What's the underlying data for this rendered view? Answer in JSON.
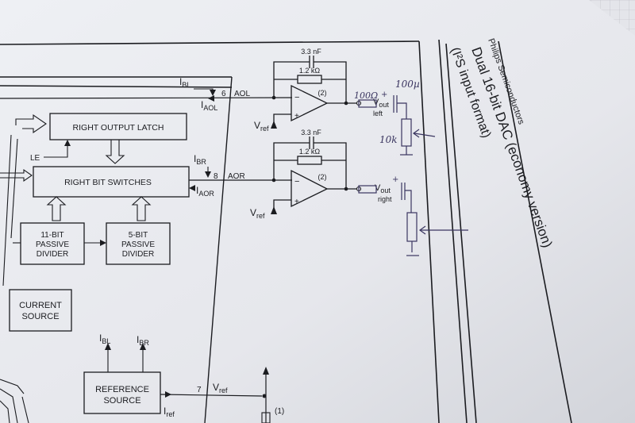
{
  "header": {
    "company": "Philips Semiconductors",
    "title": "Dual 16-bit DAC (economy version)",
    "subtitle": "(I²S input format)"
  },
  "blocks": {
    "right_output_latch": "RIGHT OUTPUT LATCH",
    "right_bit_switches": "RIGHT BIT SWITCHES",
    "passive_11_line1": "11-BIT",
    "passive_11_line2": "PASSIVE",
    "passive_11_line3": "DIVIDER",
    "passive_5_line1": "5-BIT",
    "passive_5_line2": "PASSIVE",
    "passive_5_line3": "DIVIDER",
    "current_line1": "CURRENT",
    "current_line2": "SOURCE",
    "reference_line1": "REFERENCE",
    "reference_line2": "SOURCE"
  },
  "signals": {
    "le": "LE",
    "ibl_main": "I",
    "ibl_sub": "BL",
    "iaol_main": "I",
    "iaol_sub": "AOL",
    "ibr_main": "I",
    "ibr_sub": "BR",
    "iaor_main": "I",
    "iaor_sub": "AOR",
    "pin6": "6",
    "aol": "AOL",
    "pin8": "8",
    "aor": "AOR",
    "pin7": "7",
    "vref_main": "V",
    "vref_sub": "ref",
    "iref_main": "I",
    "iref_sub": "ref",
    "ibl2_main": "I",
    "ibl2_sub": "BL",
    "ibr2_main": "I",
    "ibr2_sub": "BR",
    "note1": "(1)"
  },
  "amplifiers": {
    "cap_top": "3.3 nF",
    "res_top": "1.2  kΩ",
    "note_top": "(2)",
    "vref_top_main": "V",
    "vref_top_sub": "ref",
    "cap_bottom": "3.3 nF",
    "res_bottom": "1.2  kΩ",
    "note_bottom": "(2)",
    "vref_bottom_main": "V",
    "vref_bottom_sub": "ref",
    "minus": "−",
    "plus": "+"
  },
  "outputs": {
    "vout_left_main": "V",
    "vout_left_sub": "out",
    "vout_left_side": "left",
    "vout_right_main": "V",
    "vout_right_sub": "out",
    "vout_right_side": "right"
  },
  "handwriting": {
    "r_left": "100Ω",
    "c_left": "100µ",
    "pot_left": "10k",
    "plus_left": "+",
    "plus_right": "+"
  },
  "colors": {
    "paper": "#e9eaee",
    "ink": "#1b1c20",
    "pencil": "#3a3560",
    "background": "#7d7f84"
  }
}
